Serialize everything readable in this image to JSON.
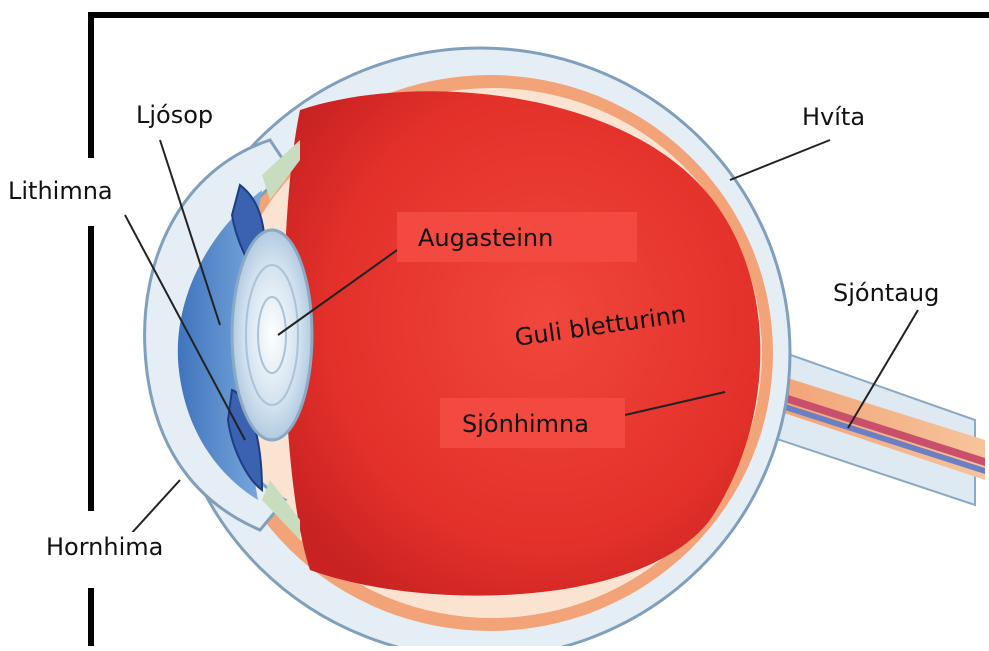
{
  "labels": {
    "ljosop": "Ljósop",
    "lithimna": "Lithimna",
    "hornhima": "Hornhima",
    "augasteinn": "Augasteinn",
    "guli_bletturinn": "Guli bletturinn",
    "sjonhimna": "Sjónhimna",
    "hvita": "Hvíta",
    "sjontaug": "Sjóntaug"
  },
  "colors": {
    "eye_red": "#e8342c",
    "red_box": "#f24a40",
    "sclera": "#e6eef5",
    "choroid": "#f2a377",
    "cornea_blue": "#5a8ccc",
    "lens": "#d8e6f2",
    "frame": "#000000"
  }
}
